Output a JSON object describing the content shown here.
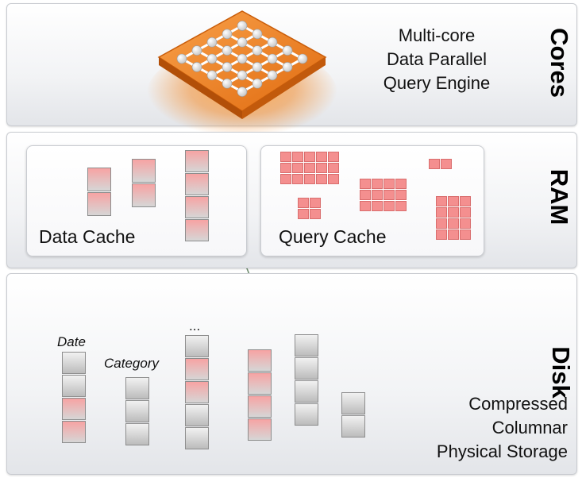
{
  "layers": {
    "cores": {
      "label": "Cores",
      "caption_lines": [
        "Multi-core",
        "Data Parallel",
        "Query Engine"
      ]
    },
    "ram": {
      "label": "RAM",
      "data_cache_label": "Data Cache",
      "query_cache_label": "Query Cache"
    },
    "disk": {
      "label": "Disk",
      "caption_lines": [
        "Compressed",
        "Columnar",
        "Physical Storage"
      ],
      "column_labels": {
        "date": "Date",
        "category": "Category",
        "ellipsis": "..."
      }
    }
  },
  "colors": {
    "chip_orange": "#f07a1e",
    "cache_cell_red": "#f48f8f",
    "cylinder_green": "#d8e7cf",
    "arrow": "#6a8a6a"
  }
}
